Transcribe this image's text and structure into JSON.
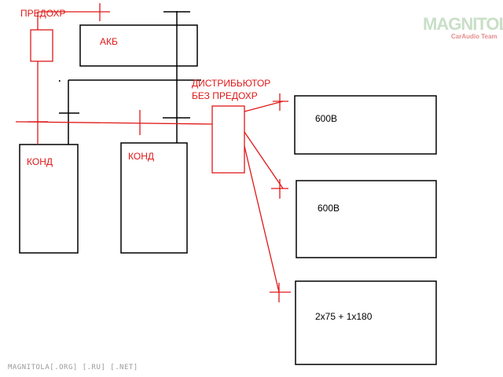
{
  "labels": {
    "fuse": "ПРЕДОХР",
    "battery": "АКБ",
    "cap1": "КОНД",
    "cap2": "КОНД",
    "distributor_line1": "ДИСТРИБЬЮТОР",
    "distributor_line2": "БЕЗ ПРЕДОХР",
    "amp1": "600В",
    "amp2": "600В",
    "amp3": "2х75 + 1х180"
  },
  "logo": {
    "text": "MAGNITOLA",
    "subtext": "CarAudio Team"
  },
  "watermark": "MAGNITOLA[.ORG] [.RU] [.NET]",
  "colors": {
    "wire_positive": "#e01818",
    "wire_ground": "#000000",
    "watermark": "#9a9a9a"
  }
}
